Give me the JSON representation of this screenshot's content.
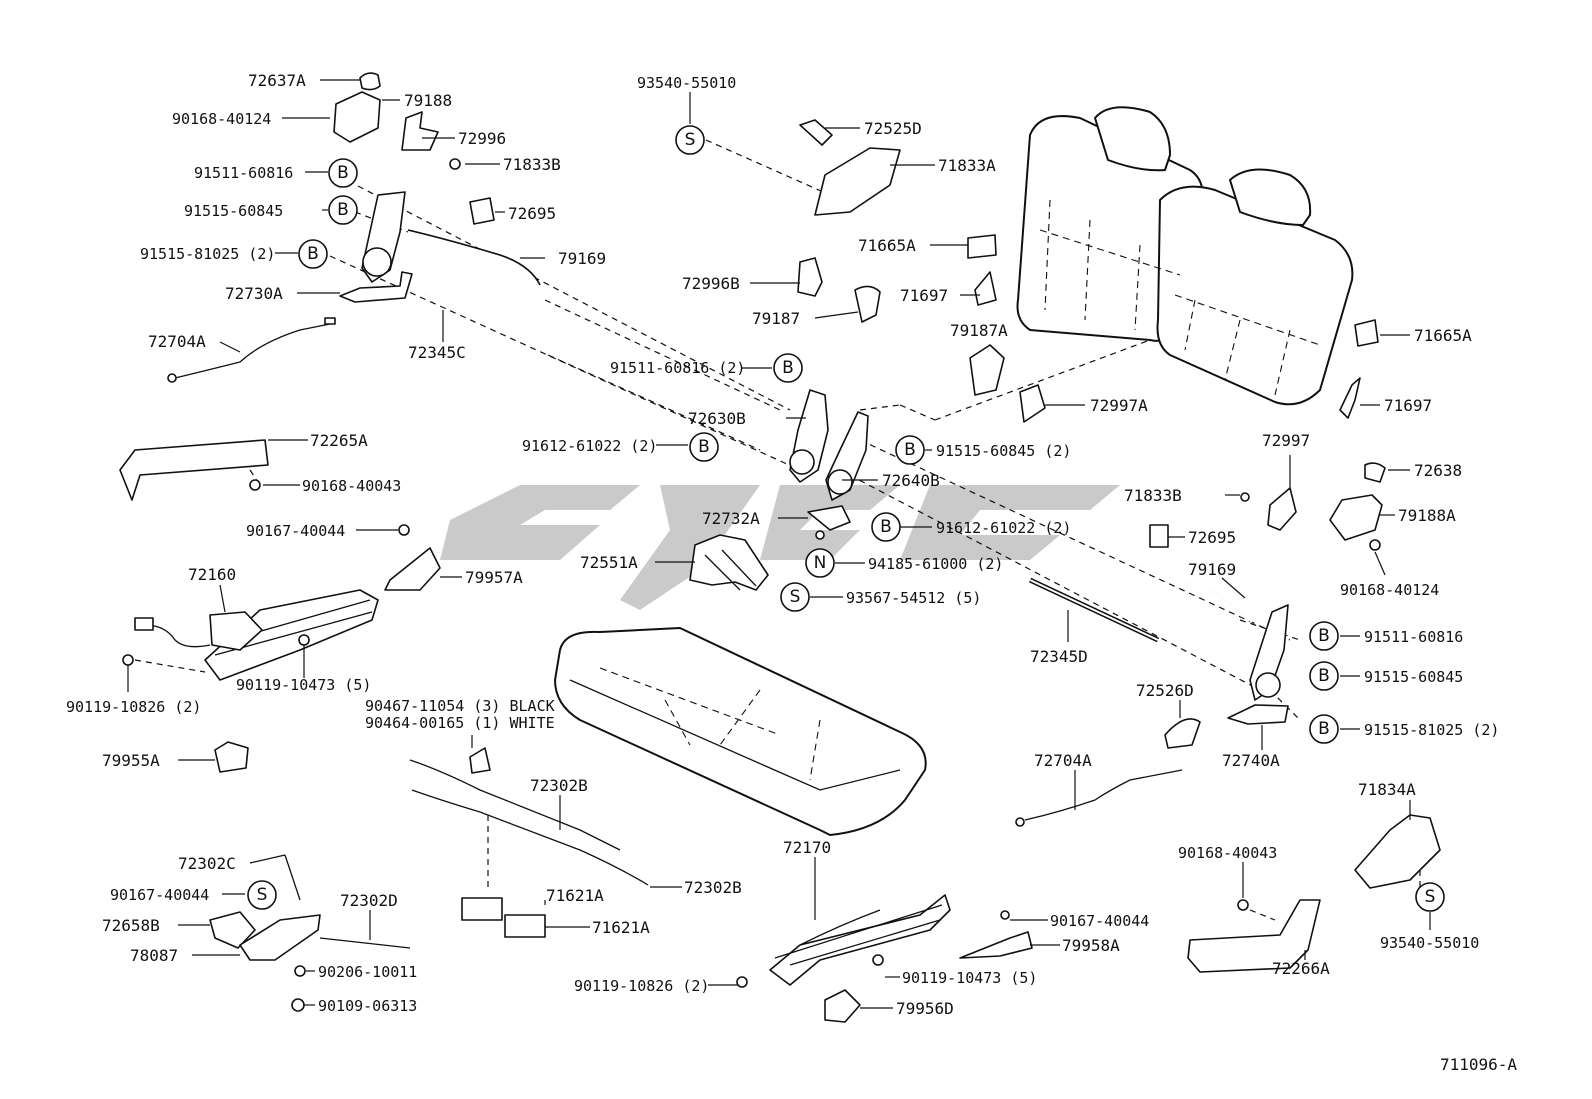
{
  "diagram_code": "711096-A",
  "callout_markers": {
    "B": "B",
    "S": "S",
    "N": "N"
  },
  "labels": {
    "p72637A": "72637A",
    "p79188": "79188",
    "p90168_40124_l": "90168-40124",
    "p72996": "72996",
    "p71833B_l": "71833B",
    "p91511_60816_l": "91511-60816",
    "p91515_60845_l": "91515-60845",
    "p72695_l": "72695",
    "p91515_81025_l": "91515-81025 (2)",
    "p79169_l": "79169",
    "p72730A": "72730A",
    "p72704A_l": "72704A",
    "p72345C": "72345C",
    "p93540_55010_t": "93540-55010",
    "p72525D": "72525D",
    "p71833A": "71833A",
    "p71665A_t": "71665A",
    "p72996B": "72996B",
    "p71697_t": "71697",
    "p79187": "79187",
    "p79187A": "79187A",
    "p71665A_r": "71665A",
    "p71697_r": "71697",
    "p72997A": "72997A",
    "p91511_60816_c": "91511-60816 (2)",
    "p72630B": "72630B",
    "p91612_61022_l": "91612-61022 (2)",
    "p91515_60845_c": "91515-60845 (2)",
    "p72640B": "72640B",
    "p72732A": "72732A",
    "p91612_61022_r": "91612-61022 (2)",
    "p94185_61000": "94185-61000 (2)",
    "p72551A": "72551A",
    "p93567_54512": "93567-54512 (5)",
    "p72265A": "72265A",
    "p90168_40043_l": "90168-40043",
    "p90167_40044_l": "90167-40044",
    "p72160": "72160",
    "p79957A": "79957A",
    "p90119_10473_l": "90119-10473 (5)",
    "p90119_10826_l": "90119-10826 (2)",
    "p79955A": "79955A",
    "p90467_11054": "90467-11054 (3) BLACK",
    "p90464_00165": "90464-00165 (1) WHITE",
    "p72302B_t": "72302B",
    "p72302B_b": "72302B",
    "p71621A_1": "71621A",
    "p71621A_2": "71621A",
    "p72302C": "72302C",
    "p90167_40044_b": "90167-40044",
    "p72302D": "72302D",
    "p72658B": "72658B",
    "p78087": "78087",
    "p90206_10011": "90206-10011",
    "p90109_06313": "90109-06313",
    "p72170": "72170",
    "p90119_10826_b": "90119-10826 (2)",
    "p90119_10473_b": "90119-10473 (5)",
    "p79956D": "79956D",
    "p90167_40044_r": "90167-40044",
    "p79958A": "79958A",
    "p72704A_r": "72704A",
    "p72345D": "72345D",
    "p72997": "72997",
    "p72638": "72638",
    "p71833B_r": "71833B",
    "p79188A": "79188A",
    "p72695_r": "72695",
    "p90168_40124_r": "90168-40124",
    "p79169_r": "79169",
    "p91511_60816_r": "91511-60816",
    "p91515_60845_r": "91515-60845",
    "p72526D": "72526D",
    "p91515_81025_r": "91515-81025 (2)",
    "p72740A": "72740A",
    "p71834A": "71834A",
    "p90168_40043_r": "90168-40043",
    "p72266A": "72266A",
    "p93540_55010_r": "93540-55010"
  }
}
